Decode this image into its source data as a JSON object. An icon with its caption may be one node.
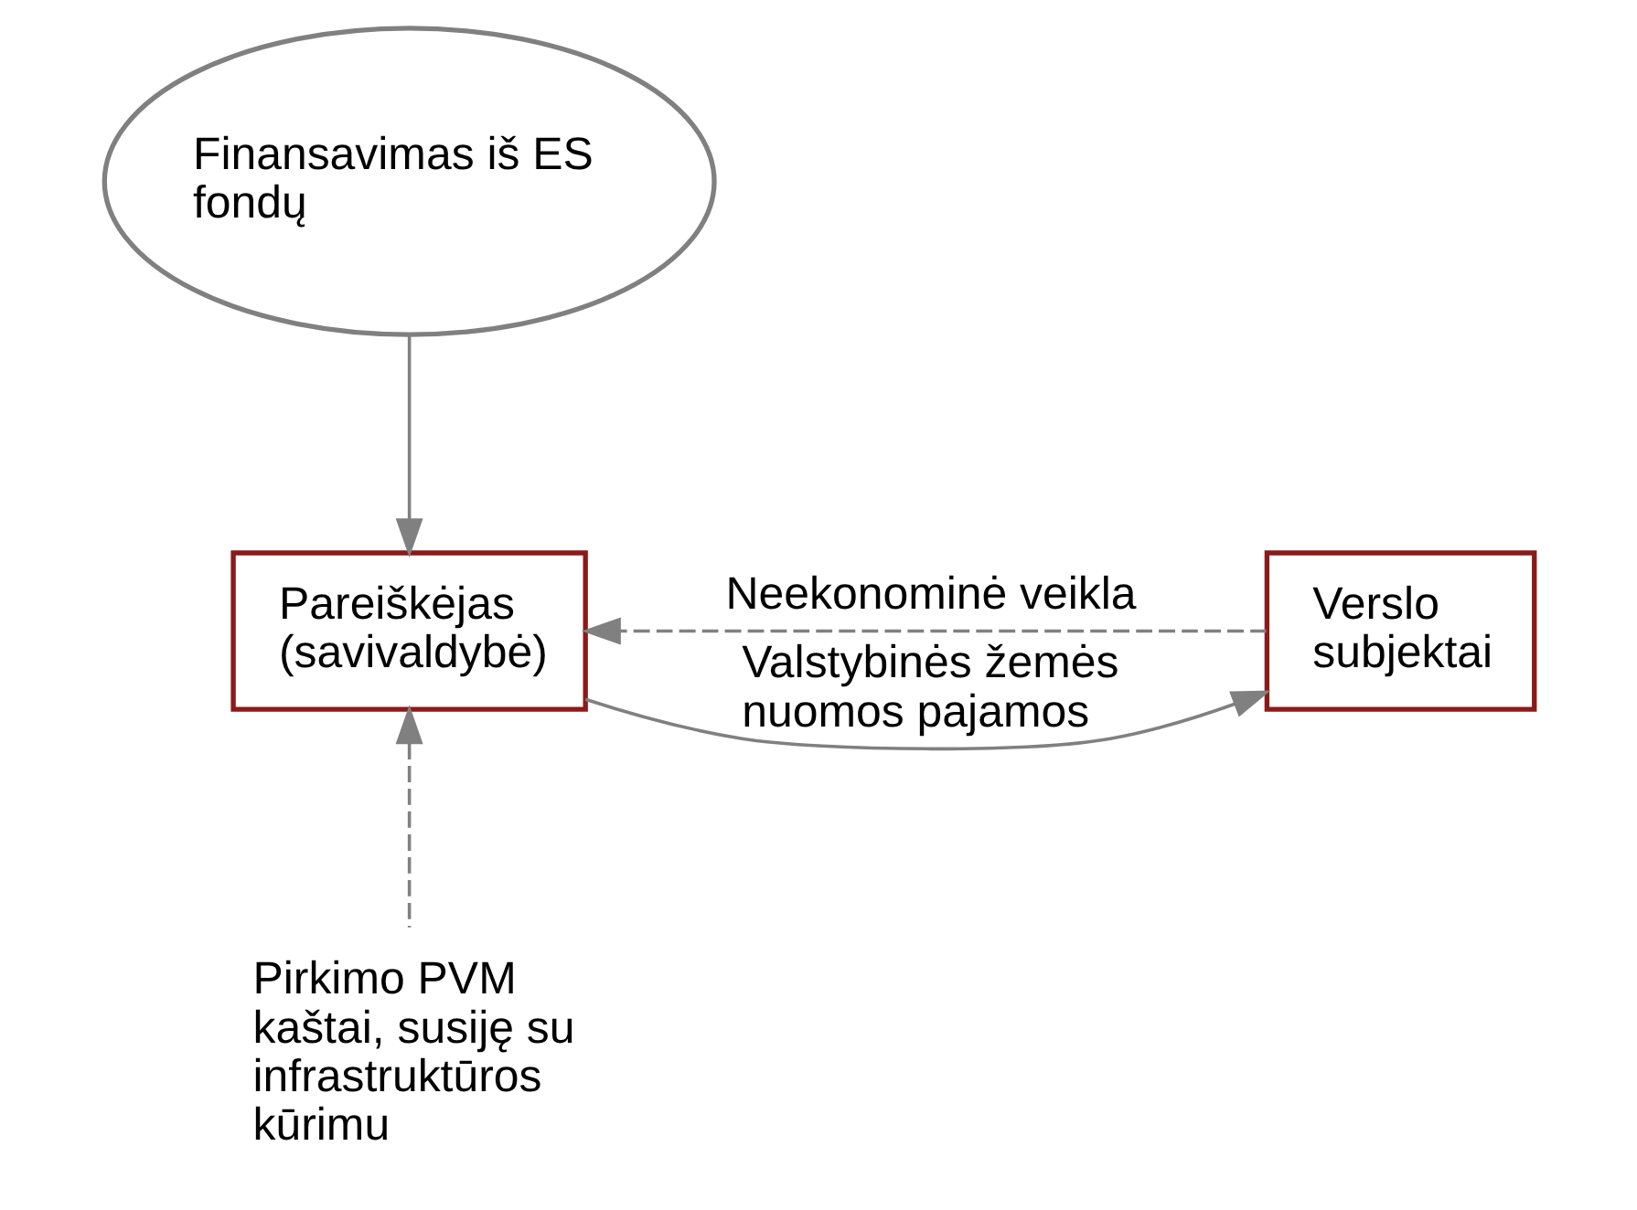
{
  "diagram": {
    "nodes": [
      {
        "text": [
          "Finansavimas iš ES fondų"
        ]
      },
      {
        "text": [
          "Pareiškėjas (savivaldybė)"
        ]
      },
      {
        "text": [
          "Verslo subjektai"
        ]
      },
      {
        "text": [
          "Pirkimo PVM kaštai, susiję su infrastruktūros kūrimu"
        ]
      }
    ],
    "edges": [
      {
        "from": 0,
        "to": 1,
        "arrow": "to"
      },
      {
        "from": 1,
        "to": 2,
        "arrow": "to",
        "label": "Valstybinės žemės nuomos pajamos"
      },
      {
        "from": 2,
        "to": 1,
        "arrow": "to",
        "style": "dashed",
        "label": "Neekonominė veikla"
      },
      {
        "from": 3,
        "to": 1,
        "arrow": "to",
        "style": "dashed"
      }
    ]
  }
}
